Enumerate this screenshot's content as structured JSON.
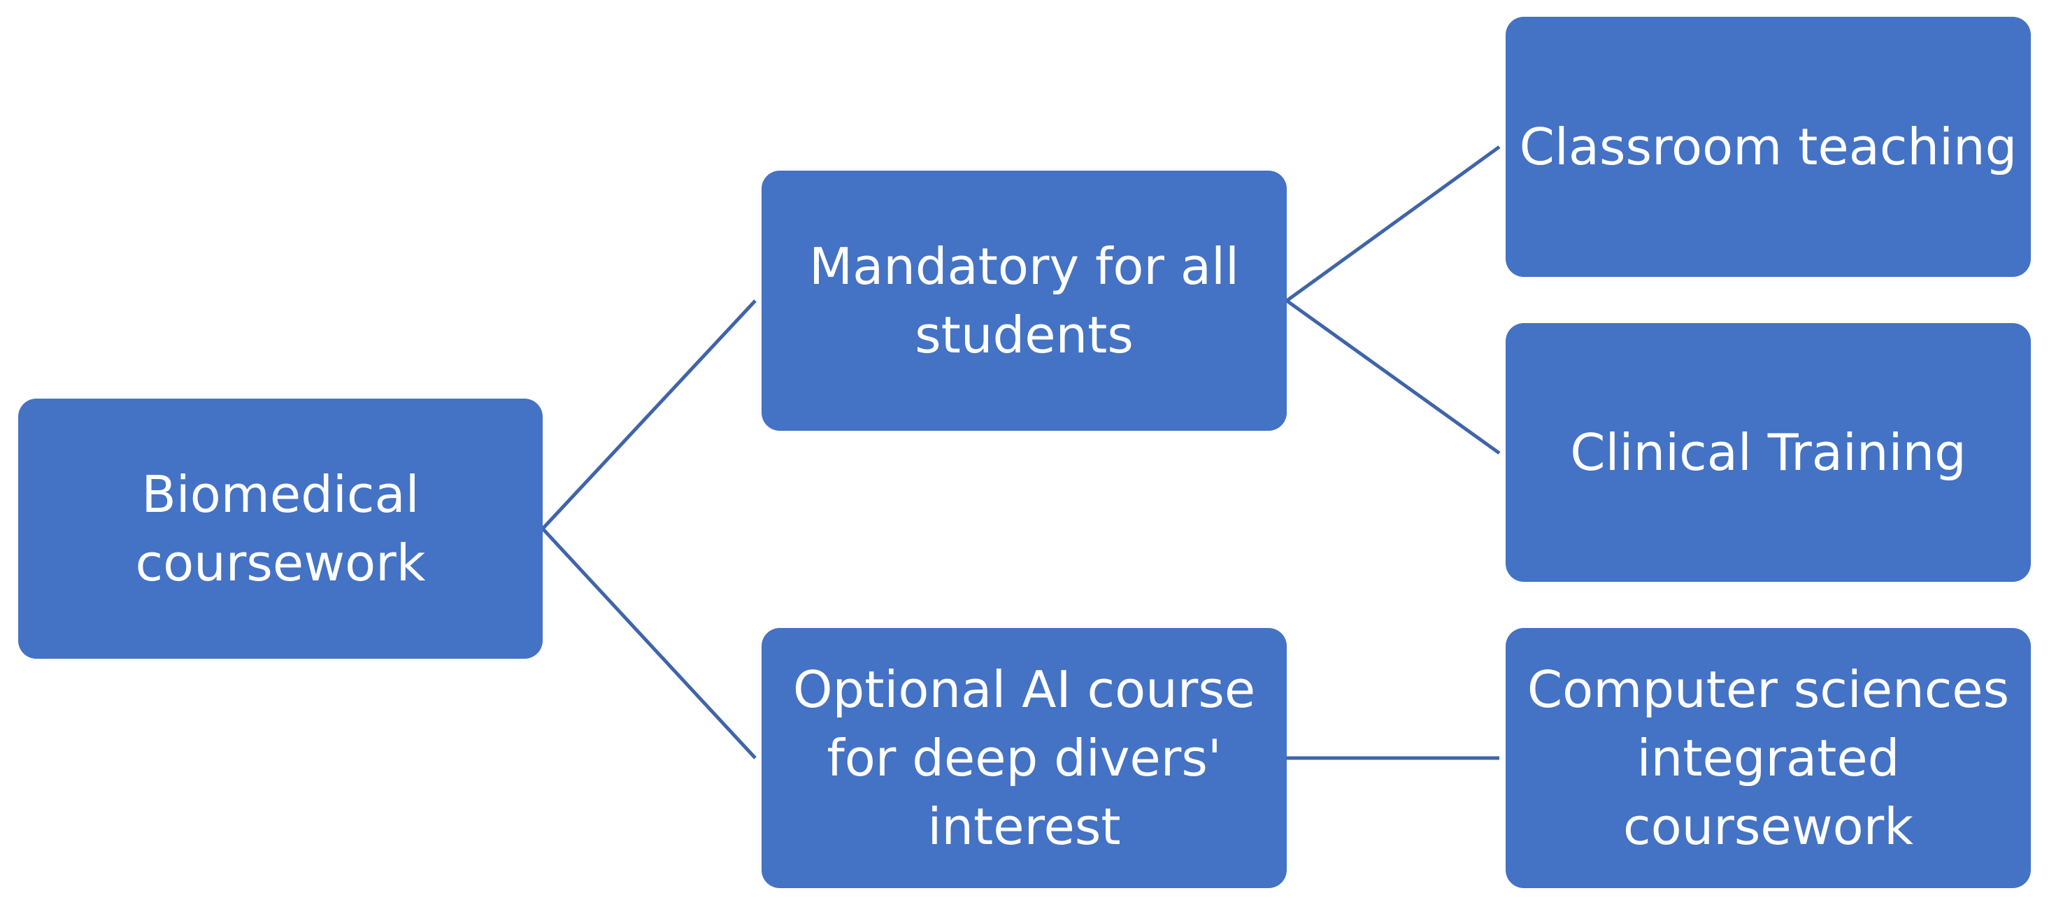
{
  "diagram": {
    "nodes": {
      "root": "Biomedical coursework",
      "mandatory": "Mandatory for all students",
      "optional": "Optional AI course for deep divers' interest",
      "classroom": "Classroom teaching",
      "clinical": "Clinical Training",
      "computer": "Computer sciences integrated coursework"
    },
    "edges": [
      [
        "root",
        "mandatory"
      ],
      [
        "root",
        "optional"
      ],
      [
        "mandatory",
        "classroom"
      ],
      [
        "mandatory",
        "clinical"
      ],
      [
        "optional",
        "computer"
      ]
    ],
    "colors": {
      "node_fill": "#4472c4",
      "node_text": "#ffffff",
      "connector": "#3f64a8"
    }
  }
}
